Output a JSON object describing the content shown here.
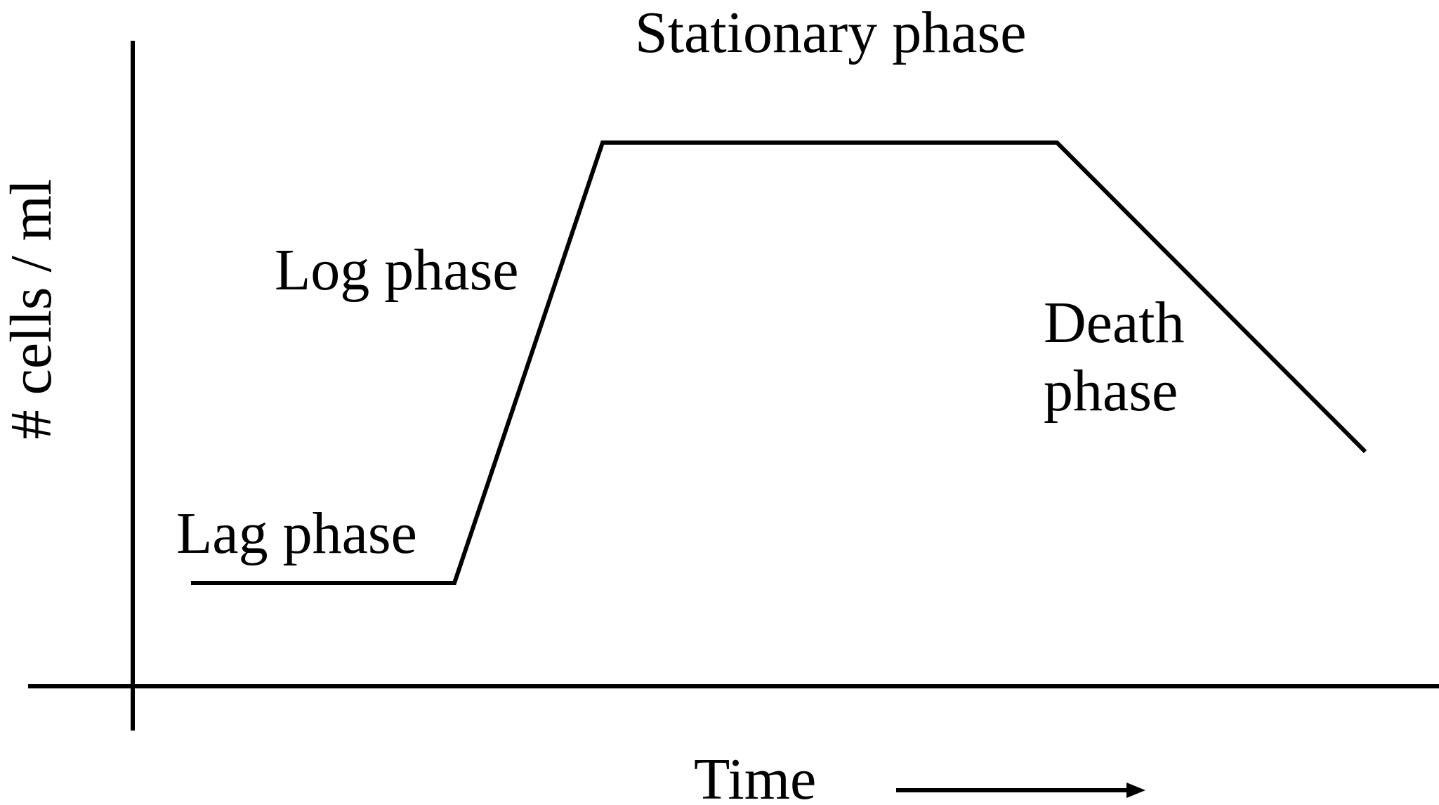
{
  "diagram": {
    "y_axis_label": "# cells / ml",
    "x_axis_label": "Time",
    "phases": {
      "lag": "Lag phase",
      "log": "Log phase",
      "stationary": "Stationary phase",
      "death_line1": "Death",
      "death_line2": "phase"
    }
  },
  "colors": {
    "ink": "#000000",
    "background": "#ffffff"
  }
}
